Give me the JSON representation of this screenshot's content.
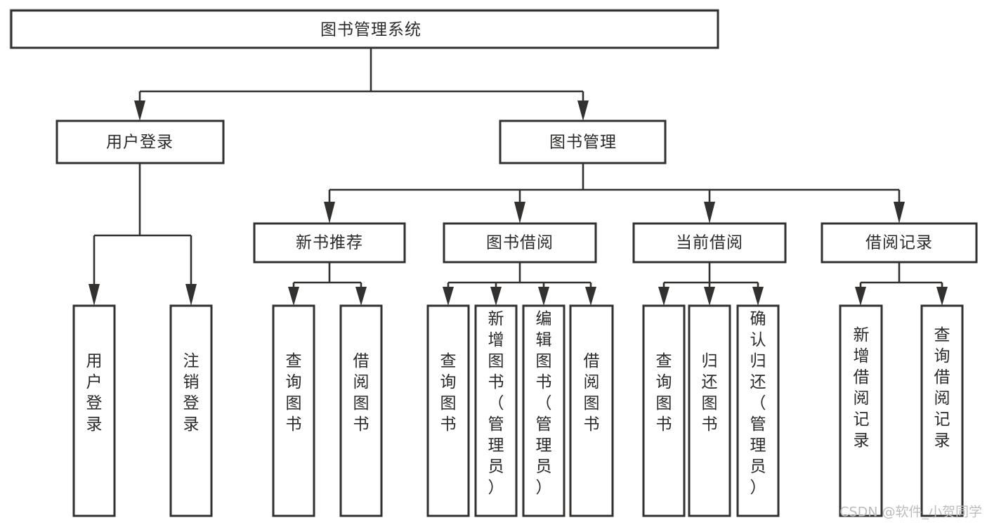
{
  "diagram": {
    "type": "tree",
    "title": "图书管理系统",
    "orientation": "top-down",
    "theme": {
      "background": "#ffffff",
      "box_fill": "#ffffff",
      "box_stroke": "#33312f",
      "text_color": "#2b2a28",
      "connector_color": "#33312f",
      "watermark_color": "#bdbdbd"
    },
    "root": {
      "id": "root",
      "label": "图书管理系统"
    },
    "level2": [
      {
        "id": "user-login",
        "label": "用户登录"
      },
      {
        "id": "book-manage",
        "label": "图书管理"
      }
    ],
    "level3": [
      {
        "id": "new-book-recommend",
        "label": "新书推荐",
        "parent": "book-manage"
      },
      {
        "id": "book-borrow",
        "label": "图书借阅",
        "parent": "book-manage"
      },
      {
        "id": "current-borrow",
        "label": "当前借阅",
        "parent": "book-manage"
      },
      {
        "id": "borrow-record",
        "label": "借阅记录",
        "parent": "book-manage"
      }
    ],
    "leaves": {
      "user-login": [
        {
          "id": "leaf-user-login",
          "label": "用户登录"
        },
        {
          "id": "leaf-logout",
          "label": "注销登录"
        }
      ],
      "new-book-recommend": [
        {
          "id": "leaf-query-book-1",
          "label": "查询图书"
        },
        {
          "id": "leaf-borrow-book-1",
          "label": "借阅图书"
        }
      ],
      "book-borrow": [
        {
          "id": "leaf-query-book-2",
          "label": "查询图书"
        },
        {
          "id": "leaf-add-book",
          "label": "新增图书（管理员）"
        },
        {
          "id": "leaf-edit-book",
          "label": "编辑图书（管理员）"
        },
        {
          "id": "leaf-borrow-book-2",
          "label": "借阅图书"
        }
      ],
      "current-borrow": [
        {
          "id": "leaf-query-book-3",
          "label": "查询图书"
        },
        {
          "id": "leaf-return-book",
          "label": "归还图书"
        },
        {
          "id": "leaf-confirm-return",
          "label": "确认归还（管理员）"
        }
      ],
      "borrow-record": [
        {
          "id": "leaf-add-record",
          "label": "新增借阅记录"
        },
        {
          "id": "leaf-query-record",
          "label": "查询借阅记录"
        }
      ]
    }
  },
  "watermark": {
    "text": "CSDN @软件_小贺同学"
  }
}
